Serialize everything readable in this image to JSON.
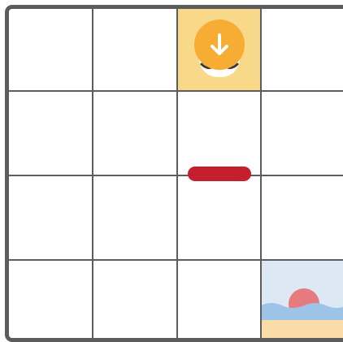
{
  "game": {
    "grid": {
      "rows": 4,
      "cols": 4
    },
    "player": {
      "row": 0,
      "col": 2,
      "facing": "down",
      "icon": "robot-arrow-down-icon",
      "tile_color": "#f8d889",
      "body_color": "#f7ac34"
    },
    "goal": {
      "row": 3,
      "col": 3,
      "icon": "beach-sunset-icon"
    },
    "wall": {
      "between_rows": [
        1,
        2
      ],
      "col": 2,
      "color": "#c41e2f"
    },
    "colors": {
      "grid_line": "#5c5c5c",
      "sky": "#dce9f5",
      "sun": "#e77a7f",
      "sea": "#9dc4e6",
      "sand": "#f9dca7"
    }
  }
}
